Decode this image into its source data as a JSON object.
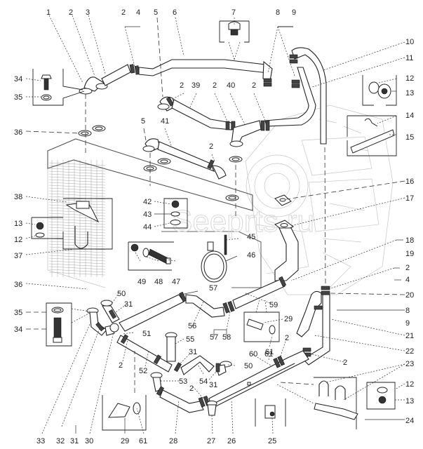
{
  "diagram": {
    "type": "exploded-parts-diagram",
    "subject": "Cooling system pipework, radiator and engine connections",
    "watermark": "Seeprts.ru"
  },
  "callouts": {
    "c1": "1",
    "c2a": "2",
    "c3": "3",
    "c2b": "2",
    "c4a": "4",
    "c5a": "5",
    "c6": "6",
    "c7": "7",
    "c8a": "8",
    "c9a": "9",
    "c10": "10",
    "c11": "11",
    "c12a": "12",
    "c13a": "13",
    "c14": "14",
    "c15": "15",
    "c34a": "34",
    "c35a": "35",
    "c36a": "36",
    "c2c": "2",
    "c39": "39",
    "c2d": "2",
    "c40": "40",
    "c2e": "2",
    "c5b": "5",
    "c41": "41",
    "c2f": "2",
    "c16": "16",
    "c17": "17",
    "c38": "38",
    "c13b": "13",
    "c12b": "12",
    "c37": "37",
    "c42": "42",
    "c43": "43",
    "c44": "44",
    "c45": "45",
    "c46": "46",
    "c49": "49",
    "c48": "48",
    "c47": "47",
    "c18": "18",
    "c19": "19",
    "c2g": "2",
    "c4b": "4",
    "c20": "20",
    "c8b": "8",
    "c9b": "9",
    "c21": "21",
    "c22": "22",
    "c2h": "2",
    "c23": "23",
    "c12c": "12",
    "c13c": "13",
    "c24": "24",
    "c36b": "36",
    "c50a": "50",
    "c31a": "31",
    "c35b": "35",
    "c34b": "34",
    "c57a": "57",
    "c56": "56",
    "c57b": "57",
    "c58": "58",
    "c59": "59",
    "c29a": "29",
    "c61a": "61",
    "c51": "51",
    "c55": "55",
    "c31b": "31",
    "c2i": "2",
    "c52": "52",
    "c53": "53",
    "c54": "54",
    "c31c": "31",
    "c50b": "50",
    "c2j": "2",
    "c60": "60",
    "c61b": "61",
    "c2k": "2",
    "c33": "33",
    "c32": "32",
    "c31d": "31",
    "c30": "30",
    "c29b": "29",
    "c61c": "61",
    "c28": "28",
    "c27": "27",
    "c26": "26",
    "c25": "25"
  },
  "colors": {
    "line": "#222222",
    "background_detail": "#c6c6c6",
    "background": "#ffffff"
  }
}
